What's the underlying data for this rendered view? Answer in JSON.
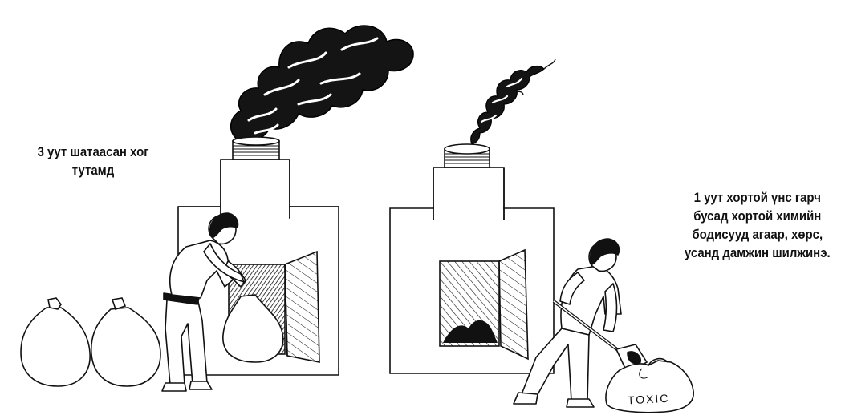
{
  "captions": {
    "left": [
      "3 уут шатаасан хог",
      "тутамд"
    ],
    "right": [
      "1 уут хортой үнс гарч",
      "бусад хортой химийн",
      "бодисууд агаар, хөрс,",
      "усанд дамжин шилжинэ."
    ]
  },
  "labels": {
    "toxic_bag": "TOXIC"
  },
  "colors": {
    "ink": "#111111",
    "background": "#ffffff"
  }
}
